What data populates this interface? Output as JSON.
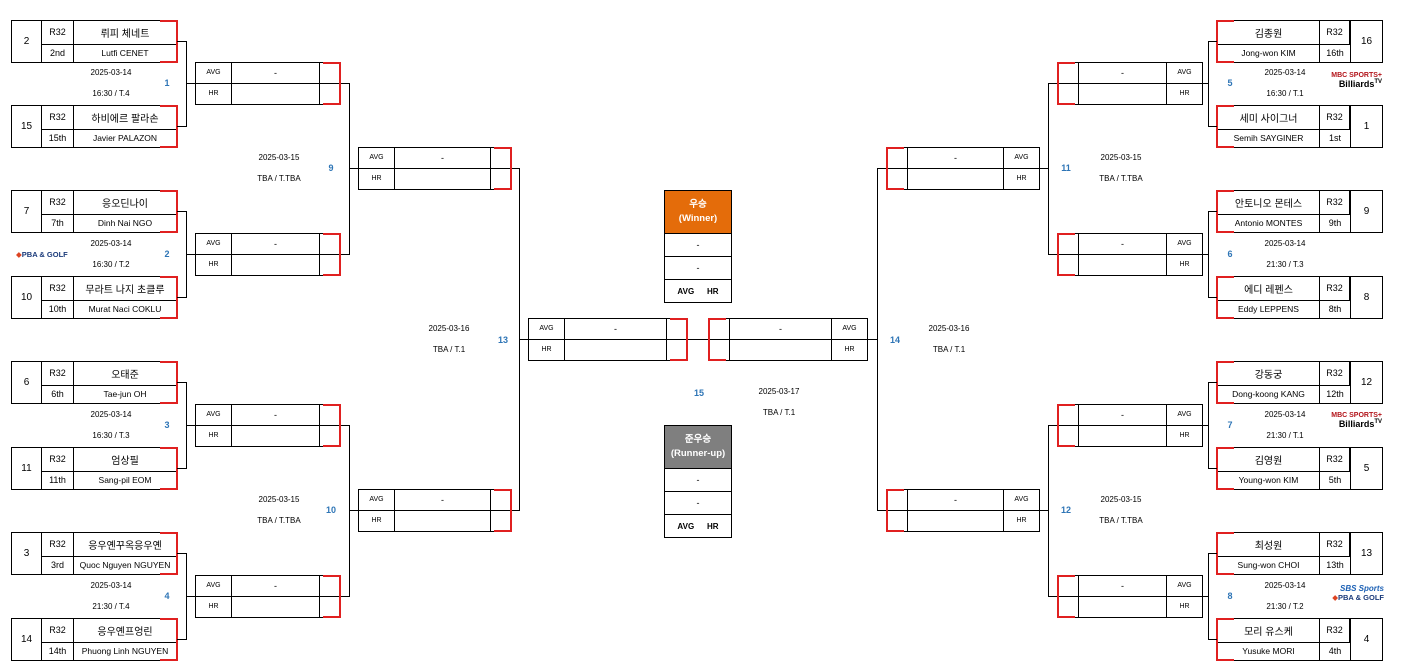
{
  "players": [
    {
      "side": "l",
      "seed": "2",
      "round": "R32",
      "rank": "2nd",
      "name_ko": "뤼피 체네트",
      "name_en": "Lutfi CENET"
    },
    {
      "side": "l",
      "seed": "15",
      "round": "R32",
      "rank": "15th",
      "name_ko": "하비에르 팔라손",
      "name_en": "Javier PALAZON"
    },
    {
      "side": "l",
      "seed": "7",
      "round": "R32",
      "rank": "7th",
      "name_ko": "응오딘나이",
      "name_en": "Dinh Nai NGO"
    },
    {
      "side": "l",
      "seed": "10",
      "round": "R32",
      "rank": "10th",
      "name_ko": "무라트 나지 초클루",
      "name_en": "Murat Naci COKLU"
    },
    {
      "side": "l",
      "seed": "6",
      "round": "R32",
      "rank": "6th",
      "name_ko": "오태준",
      "name_en": "Tae-jun OH"
    },
    {
      "side": "l",
      "seed": "11",
      "round": "R32",
      "rank": "11th",
      "name_ko": "엄상필",
      "name_en": "Sang-pil EOM"
    },
    {
      "side": "l",
      "seed": "3",
      "round": "R32",
      "rank": "3rd",
      "name_ko": "응우옌꾸옥응우옌",
      "name_en": "Quoc Nguyen NGUYEN"
    },
    {
      "side": "l",
      "seed": "14",
      "round": "R32",
      "rank": "14th",
      "name_ko": "응우옌프엉린",
      "name_en": "Phuong Linh NGUYEN"
    },
    {
      "side": "r",
      "seed": "16",
      "round": "R32",
      "rank": "16th",
      "name_ko": "김종원",
      "name_en": "Jong-won KIM"
    },
    {
      "side": "r",
      "seed": "1",
      "round": "R32",
      "rank": "1st",
      "name_ko": "세미 사이그너",
      "name_en": "Semih SAYGINER"
    },
    {
      "side": "r",
      "seed": "9",
      "round": "R32",
      "rank": "9th",
      "name_ko": "안토니오 몬테스",
      "name_en": "Antonio MONTES"
    },
    {
      "side": "r",
      "seed": "8",
      "round": "R32",
      "rank": "8th",
      "name_ko": "에디 레펜스",
      "name_en": "Eddy LEPPENS"
    },
    {
      "side": "r",
      "seed": "12",
      "round": "R32",
      "rank": "12th",
      "name_ko": "강동궁",
      "name_en": "Dong-koong KANG"
    },
    {
      "side": "r",
      "seed": "5",
      "round": "R32",
      "rank": "5th",
      "name_ko": "김영원",
      "name_en": "Young-won KIM"
    },
    {
      "side": "r",
      "seed": "13",
      "round": "R32",
      "rank": "13th",
      "name_ko": "최성원",
      "name_en": "Sung-won CHOI"
    },
    {
      "side": "r",
      "seed": "4",
      "round": "R32",
      "rank": "4th",
      "name_ko": "모리 유스케",
      "name_en": "Yusuke MORI"
    }
  ],
  "matches": [
    {
      "num": "1",
      "date": "2025-03-14",
      "time": "16:30 / T.4"
    },
    {
      "num": "2",
      "date": "2025-03-14",
      "time": "16:30 / T.2"
    },
    {
      "num": "3",
      "date": "2025-03-14",
      "time": "16:30 / T.3"
    },
    {
      "num": "4",
      "date": "2025-03-14",
      "time": "21:30 / T.4"
    },
    {
      "num": "5",
      "date": "2025-03-14",
      "time": "16:30 / T.1"
    },
    {
      "num": "6",
      "date": "2025-03-14",
      "time": "21:30 / T.3"
    },
    {
      "num": "7",
      "date": "2025-03-14",
      "time": "21:30 / T.1"
    },
    {
      "num": "8",
      "date": "2025-03-14",
      "time": "21:30 / T.2"
    },
    {
      "num": "9",
      "date": "2025-03-15",
      "time": "TBA / T.TBA"
    },
    {
      "num": "10",
      "date": "2025-03-15",
      "time": "TBA / T.TBA"
    },
    {
      "num": "11",
      "date": "2025-03-15",
      "time": "TBA / T.TBA"
    },
    {
      "num": "12",
      "date": "2025-03-15",
      "time": "TBA / T.TBA"
    },
    {
      "num": "13",
      "date": "2025-03-16",
      "time": "TBA / T.1"
    },
    {
      "num": "14",
      "date": "2025-03-16",
      "time": "TBA / T.1"
    },
    {
      "num": "15",
      "date": "2025-03-17",
      "time": "TBA / T.1"
    }
  ],
  "score_box": {
    "avg": "AVG",
    "hr": "HR",
    "empty": "-"
  },
  "winner": {
    "title": "우승",
    "subtitle": "(Winner)",
    "v1": "-",
    "v2": "-",
    "avg": "AVG",
    "hr": "HR"
  },
  "runner_up": {
    "title": "준우승",
    "subtitle": "(Runner-up)",
    "v1": "-",
    "v2": "-",
    "avg": "AVG",
    "hr": "HR"
  },
  "broadcasters": {
    "pba_golf": "PBA & GOLF",
    "mbc_top": "MBC SPORTS+",
    "mbc_bottom": "Billiards",
    "mbc_tv": "TV",
    "sbs_top": "SBS Sports",
    "sbs_bottom": "PBA & GOLF"
  },
  "colors": {
    "line_red": "#e02020",
    "winner_bg": "#e46c0a",
    "runner_up_bg": "#7f7f7f",
    "match_num": "#2e75b6"
  }
}
